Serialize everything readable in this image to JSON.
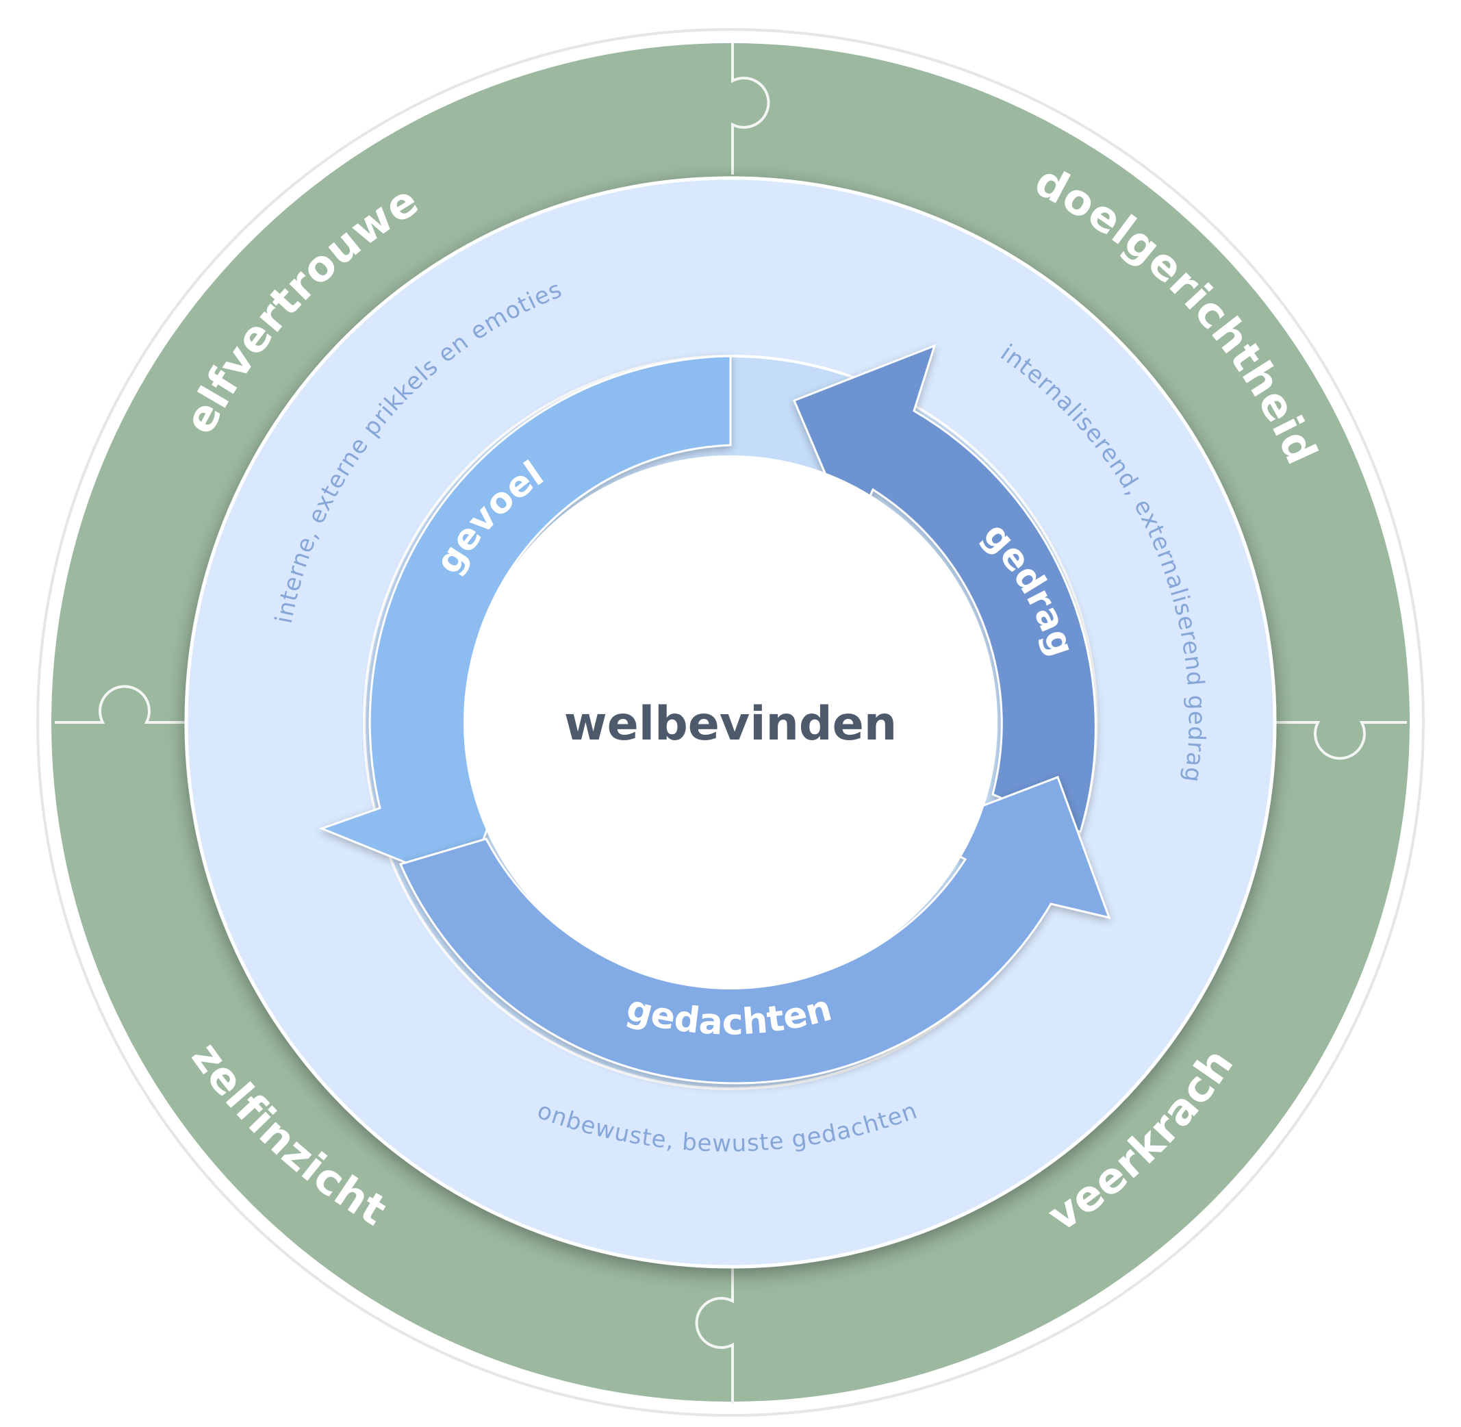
{
  "center": {
    "title": "welbevinden"
  },
  "outer_ring": {
    "segments": [
      {
        "id": "zelfvertrouwen",
        "label": "zelfvertrouwen"
      },
      {
        "id": "doelgerichtheid",
        "label": "doelgerichtheid"
      },
      {
        "id": "veerkracht",
        "label": "veerkracht"
      },
      {
        "id": "zelfinzicht",
        "label": "zelfinzicht"
      }
    ],
    "color": "#9cb89f"
  },
  "middle_ring": {
    "annotations": [
      {
        "id": "gevoel-note",
        "text": "interne, externe prikkels en emoties"
      },
      {
        "id": "gedrag-note",
        "text": "internaliserend, externaliserend gedrag"
      },
      {
        "id": "gedachten-note",
        "text": "onbewuste, bewuste gedachten"
      }
    ],
    "color": "#d9e8fc"
  },
  "cycle": {
    "arrows": [
      {
        "id": "gevoel",
        "label": "gevoel",
        "color": "#8cbcf0"
      },
      {
        "id": "gedrag",
        "label": "gedrag",
        "color": "#6d93d0"
      },
      {
        "id": "gedachten",
        "label": "gedachten",
        "color": "#82aae4"
      }
    ]
  }
}
